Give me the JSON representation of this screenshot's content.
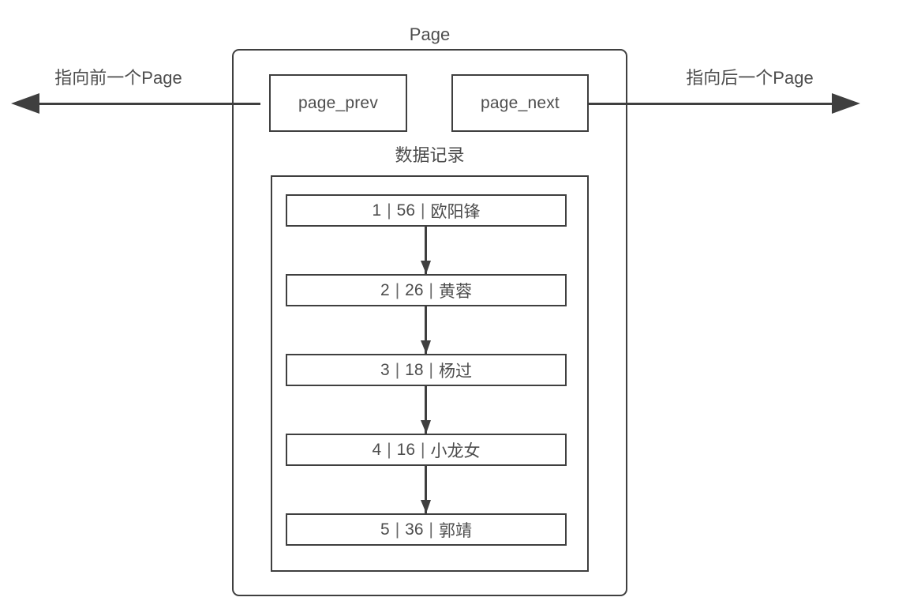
{
  "diagram": {
    "page": {
      "caption": "Page",
      "pointers": [
        {
          "name": "page_prev",
          "label": "page_prev"
        },
        {
          "name": "page_next",
          "label": "page_next"
        }
      ],
      "records_caption": "数据记录",
      "records": [
        {
          "id": "1",
          "value": "56",
          "name": "欧阳锋"
        },
        {
          "id": "2",
          "value": "26",
          "name": "黄蓉"
        },
        {
          "id": "3",
          "value": "18",
          "name": "杨过"
        },
        {
          "id": "4",
          "value": "16",
          "name": "小龙女"
        },
        {
          "id": "5",
          "value": "36",
          "name": "郭靖"
        }
      ],
      "separator": "|"
    },
    "links": {
      "prev_label": "指向前一个Page",
      "next_label": "指向后一个Page",
      "prev_arrow_icon": "arrow-left-icon",
      "next_arrow_icon": "arrow-right-icon",
      "record_link_icon": "arrow-down-icon"
    },
    "colors": {
      "stroke": "#3f3f3f",
      "text": "#4d4d4d",
      "background": "#ffffff"
    }
  }
}
